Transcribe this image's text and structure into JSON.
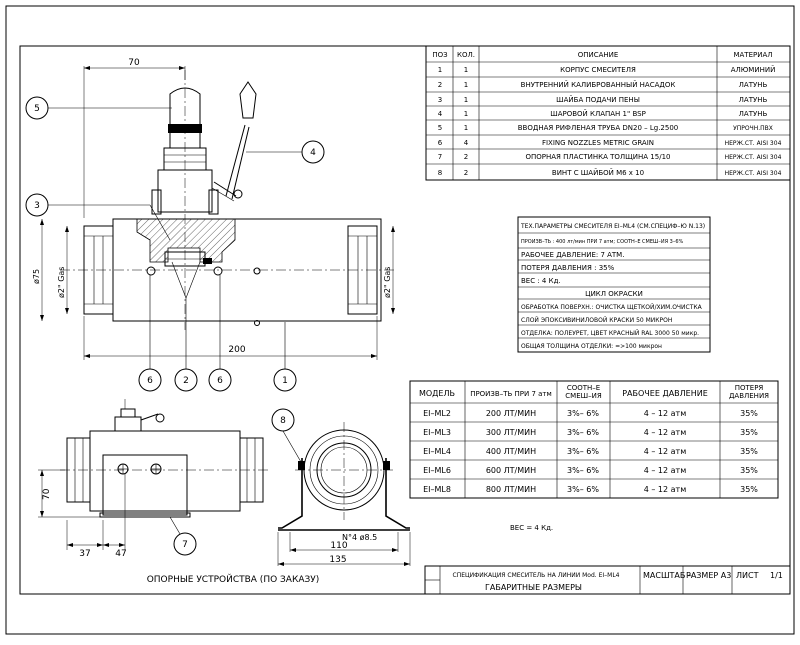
{
  "spec_table": {
    "headers": [
      "ПОЗ",
      "КОЛ.",
      "ОПИСАНИЕ",
      "МАТЕРИАЛ"
    ],
    "rows": [
      {
        "pos": "1",
        "qty": "1",
        "desc": "КОРПУС СМЕСИТЕЛЯ",
        "mat": "АЛЮМИНИЙ"
      },
      {
        "pos": "2",
        "qty": "1",
        "desc": "ВНУТРЕННИЙ КАЛИБРОВАННЫЙ НАСАДОК",
        "mat": "ЛАТУНЬ"
      },
      {
        "pos": "3",
        "qty": "1",
        "desc": "ШАЙБА ПОДАЧИ ПЕНЫ",
        "mat": "ЛАТУНЬ"
      },
      {
        "pos": "4",
        "qty": "1",
        "desc": "ШАРОВОЙ КЛАПАН 1\" BSP",
        "mat": "ЛАТУНЬ"
      },
      {
        "pos": "5",
        "qty": "1",
        "desc": "ВВОДНАЯ РИФЛЕНАЯ ТРУБА DN20 –  Lg.2500",
        "mat": "УПРОЧН.ПВХ"
      },
      {
        "pos": "6",
        "qty": "4",
        "desc": "FIXING NOZZLES METRIC GRAIN",
        "mat": "НЕРЖ.СТ. AISI 304"
      },
      {
        "pos": "7",
        "qty": "2",
        "desc": "ОПОРНАЯ ПЛАСТИНКА ТОЛЩИНА 15/10",
        "mat": "НЕРЖ.СТ. AISI 304"
      },
      {
        "pos": "8",
        "qty": "2",
        "desc": "ВИНТ С ШАЙБОЙ M6 x 10",
        "mat": "НЕРЖ.СТ. AISI 304"
      }
    ]
  },
  "tech_box": {
    "title": "ТЕХ.ПАРАМЕТРЫ СМЕСИТЕЛЯ EI–ML4 (СМ.СПЕЦИФ–Ю N.13)",
    "capacity": "ПРОИЗВ–ТЬ : 400 лт/мин ПРИ 7 атм; СООТН–Е СМЕШ–ИЯ 3–6%",
    "working_pressure": "РАБОЧЕЕ ДАВЛЕНИЕ: 7 АТМ.",
    "pressure_loss": "ПОТЕРЯ ДАВЛЕНИЯ : 35%",
    "weight": "ВЕС : 4 Кд.",
    "paint_title": "ЦИКЛ ОКРАСКИ",
    "paint_1": "ОБРАБОТКА ПОВЕРХН.: ОЧИСТКА ЩЕТКОЙ/ХИМ.ОЧИСТКА",
    "paint_2": "СЛОЙ ЭПОКСИВИНИЛОВОЙ КРАСКИ 50 МИКРОН",
    "paint_3": "ОТДЕЛКА: ПОЛЕУРЕТ, ЦВЕТ КРАСНЫЙ RAL 3000 50 микр.",
    "paint_4": "ОБЩАЯ ТОЛЩИНА ОТДЕЛКИ: =>100 микрон"
  },
  "model_table": {
    "headers": [
      "МОДЕЛЬ",
      "ПРОИЗВ–ТЬ ПРИ 7 атм",
      "СООТН–Е СМЕШ–ИЯ",
      "РАБОЧЕЕ ДАВЛЕНИЕ",
      "ПОТЕРЯ ДАВЛЕНИЯ"
    ],
    "rows": [
      {
        "model": "EI–ML2",
        "cap": "200 ЛТ/МИН",
        "ratio": "3%– 6%",
        "press": "4 – 12 атм",
        "loss": "35%"
      },
      {
        "model": "EI–ML3",
        "cap": "300 ЛТ/МИН",
        "ratio": "3%– 6%",
        "press": "4 – 12 атм",
        "loss": "35%"
      },
      {
        "model": "EI–ML4",
        "cap": "400 ЛТ/МИН",
        "ratio": "3%– 6%",
        "press": "4 – 12 атм",
        "loss": "35%"
      },
      {
        "model": "EI–ML6",
        "cap": "600 ЛТ/МИН",
        "ratio": "3%– 6%",
        "press": "4 – 12 атм",
        "loss": "35%"
      },
      {
        "model": "EI–ML8",
        "cap": "800 ЛТ/МИН",
        "ratio": "3%– 6%",
        "press": "4 – 12 атм",
        "loss": "35%"
      }
    ],
    "weight_note": "ВЕС = 4 Кд."
  },
  "main_view": {
    "dim_top": "70",
    "dim_bottom": "200",
    "dim_left_outer": "ø75",
    "dim_left_inner": "ø2\" Gas",
    "dim_right": "ø2\" Gas",
    "balloons": {
      "b1": "1",
      "b2": "2",
      "b3": "3",
      "b4": "4",
      "b5": "5",
      "b6a": "6",
      "b6b": "6"
    }
  },
  "support_front": {
    "dim_height": "70",
    "dim_left": "37",
    "dim_right": "47",
    "balloon": "7",
    "caption": "ОПОРНЫЕ УСТРОЙСТВА (ПО ЗАКАЗУ)"
  },
  "support_side": {
    "balloon": "8",
    "holes": "N°4 ø8.5",
    "dim_inner": "110",
    "dim_outer": "135"
  },
  "title_block": {
    "spec": "СПЕЦИФИКАЦИЯ  СМЕСИТЕЛЬ НА ЛИНИИ Mod. EI–ML4",
    "subtitle": "ГАБАРИТНЫЕ РАЗМЕРЫ",
    "scale": "МАСШТАБ –",
    "size": "РАЗМЕР A3",
    "sheet": "ЛИСТ",
    "sheet_no": "1/1"
  }
}
